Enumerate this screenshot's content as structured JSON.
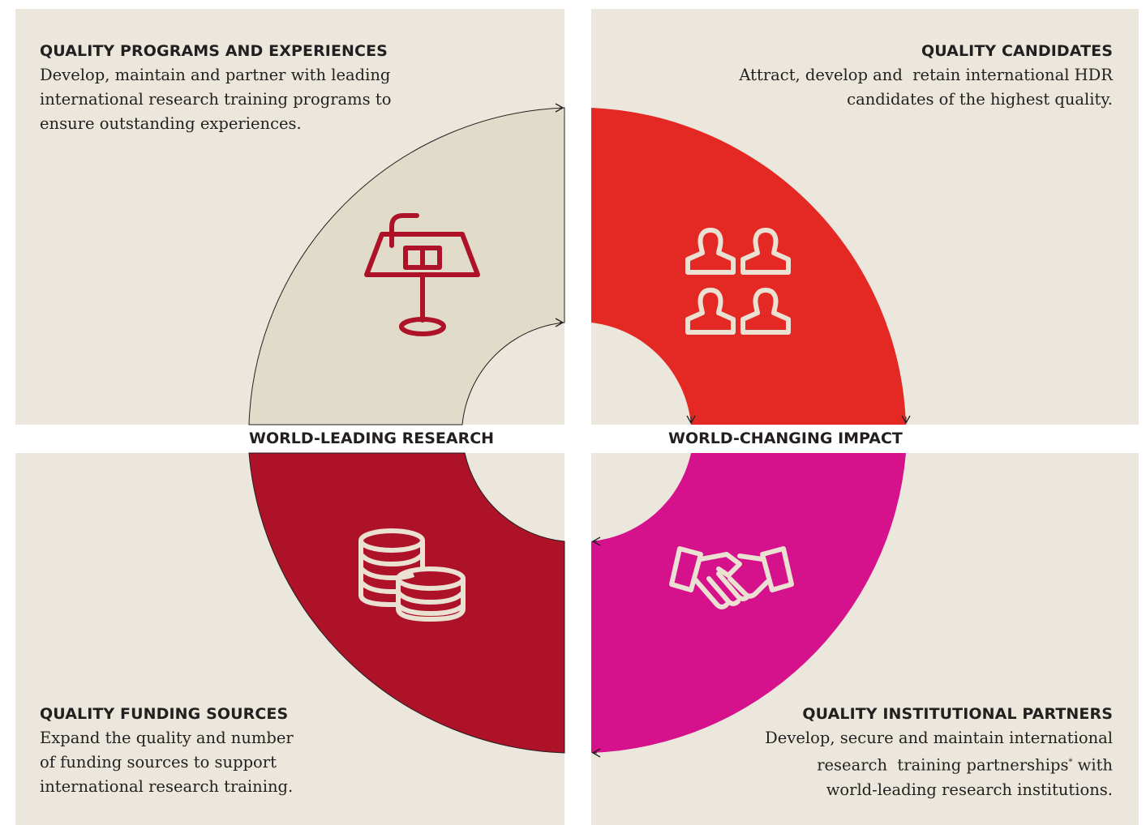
{
  "center_labels": {
    "left": "WORLD-LEADING RESEARCH",
    "right": "WORLD-CHANGING IMPACT"
  },
  "quadrants": {
    "top_left": {
      "title": "QUALITY PROGRAMS AND EXPERIENCES",
      "lines": [
        "Develop, maintain and partner with leading",
        "international research training programs to",
        "ensure outstanding experiences."
      ],
      "icon": "lectern-icon",
      "color": "#e1dcca"
    },
    "top_right": {
      "title": "QUALITY CANDIDATES",
      "lines": [
        "Attract, develop and  retain international HDR",
        "candidates of the highest quality."
      ],
      "icon": "people-group-icon",
      "color": "#e42925"
    },
    "bottom_left": {
      "title": "QUALITY FUNDING SOURCES",
      "lines": [
        "Expand the quality and number",
        "of funding sources to support",
        "international research training."
      ],
      "icon": "coins-icon",
      "color": "#ae1228"
    },
    "bottom_right": {
      "title": "QUALITY INSTITUTIONAL PARTNERS",
      "lines": [
        "Develop, secure and maintain international",
        "research  training partnerships",
        "world-leading research institutions."
      ],
      "footnote_mark": "*",
      "line2_suffix": " with",
      "icon": "handshake-icon",
      "color": "#d6118c"
    }
  },
  "colors": {
    "panel": "#ebe7dc",
    "icon_dark": "#ae1228",
    "icon_light": "#ebe1d3",
    "text": "#231f20"
  }
}
